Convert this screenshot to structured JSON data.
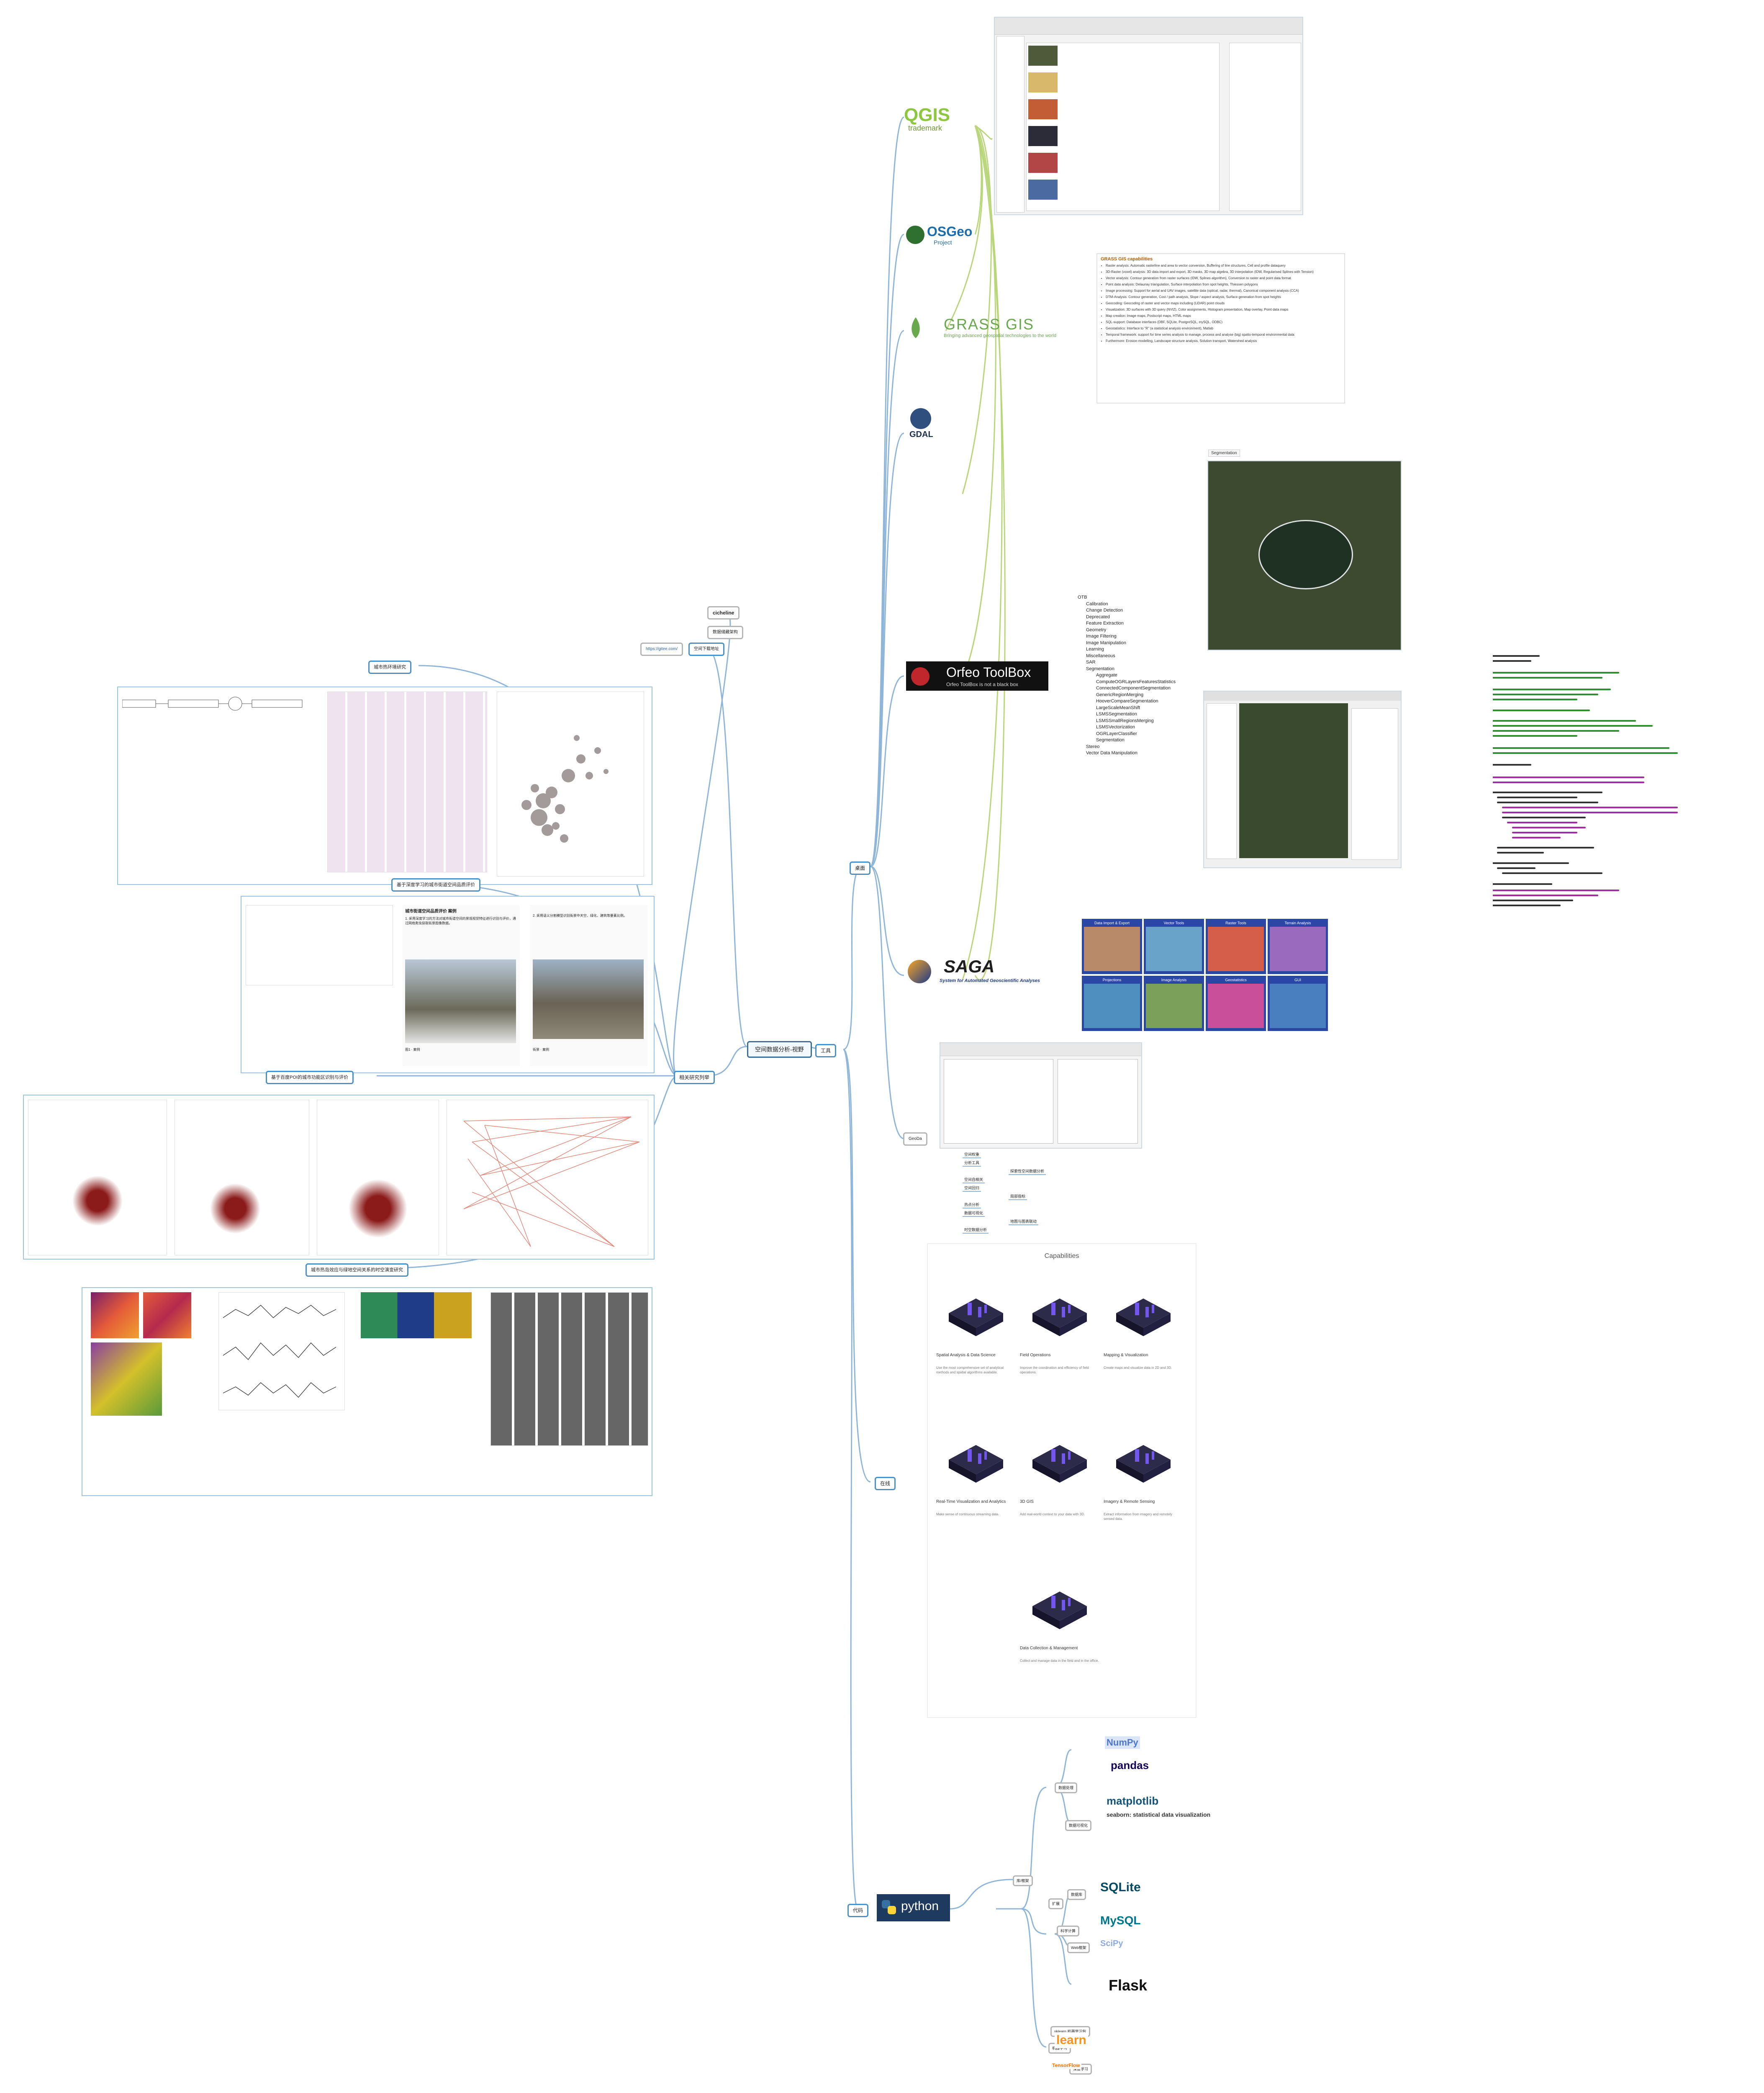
{
  "mindmap": {
    "root": "空间数据分析-视野",
    "tools_node": "工具",
    "branches": {
      "desktop": "桌面",
      "online": "在线",
      "code": "代码"
    },
    "left": {
      "research_node": "相关研究列举",
      "top_node": "cicheline",
      "top_sub": "数据储藏架构",
      "sub_link_a": "https://gitee.com/",
      "sub_link_b": "空间下载地址"
    }
  },
  "papers": {
    "p1_title": "城市热环境研究",
    "p2_title": "基于深度学习的城市街道空间品质评价",
    "p3_title": "基于百度POI的城市功能区识别与评价",
    "p4_title": "城市热岛效应与绿地空间关系的时空演变研究",
    "p2_head": "城市街道空间品质评价 案例",
    "p2_body_a": "1. 采用深度学习的方法对城市街道空间的景观视觉特征进行识别与评价，通过网络爬虫获取街景图像数据。",
    "p2_body_b": "2. 采用语义分割模型识别街景中天空、绿化、建筑等要素比例。",
    "p2_fig_a": "图1 · 案例",
    "p2_fig_b": "街景 · 案例"
  },
  "tools": {
    "qgis": {
      "name": "QGIS",
      "sub": "trademark"
    },
    "osgeo": {
      "name": "OSGeo",
      "sub": "Project"
    },
    "grass": {
      "name": "GRASS GIS",
      "tagline": "Bringing advanced geospatial technologies to the world",
      "cap_title": "GRASS GIS capabilities",
      "caps": [
        "Raster analysis: Automatic rasterline and area to vector conversion, Buffering of line structures, Cell and profile dataquery",
        "3D-Raster (voxel) analysis: 3D data import and export, 3D masks, 3D map algebra, 3D interpolation (IDW, Regularised Splines with Tension)",
        "Vector analysis: Contour generation from raster surfaces (IDW, Splines algorithm), Conversion to raster and point data format",
        "Point data analysis: Delaunay triangulation, Surface interpolation from spot heights, Thiessen polygons",
        "Image processing: Support for aerial and UAV images, satellite data (optical, radar, thermal), Canonical component analysis (CCA)",
        "DTM-Analysis: Contour generation, Cost / path analysis, Slope / aspect analysis, Surface generation from spot heights",
        "Geocoding: Geocoding of raster and vector maps including (LiDAR) point clouds",
        "Visualization: 3D surfaces with 3D query (NVIZ), Color assignments, Histogram presentation, Map overlay, Point data maps",
        "Map creation: Image maps, Postscript maps, HTML maps",
        "SQL-support: Database interfaces (DBF, SQLite, PostgreSQL, mySQL, ODBC)",
        "Geostatistics: Interface to \"R\" (a statistical analysis environment), Matlab",
        "Temporal framework: support for time series analysis to manage, process and analyse (big) spatio-temporal environmental data",
        "Furthermore: Erosion modelling, Landscape structure analysis, Solution transport, Watershed analysis"
      ]
    },
    "gdal": {
      "name": "GDAL"
    },
    "otb": {
      "name": "Orfeo ToolBox",
      "tagline": "Orfeo ToolBox is not a black box",
      "tree": [
        "OTB",
        "Calibration",
        "Change Detection",
        "Deprecated",
        "Feature Extraction",
        "Geometry",
        "Image Filtering",
        "Image Manipulation",
        "Learning",
        "Miscellaneous",
        "SAR",
        "Segmentation",
        "Aggregate",
        "ComputeOGRLayersFeaturesStatistics",
        "ConnectedComponentSegmentation",
        "GenericRegionMerging",
        "HooverCompareSegmentation",
        "LargeScaleMeanShift",
        "LSMSSegmentation",
        "LSMSSmallRegionsMerging",
        "LSMSVectorization",
        "OGRLayerClassifier",
        "Segmentation",
        "Stereo",
        "Vector Data Manipulation"
      ],
      "seg_label": "Segmentation"
    },
    "saga": {
      "name": "SAGA",
      "tagline": "System for Automated Geoscientific Analyses",
      "tiles": [
        "Data Import & Export",
        "Vector Tools",
        "Raster Tools",
        "Terrain Analysis",
        "Projections",
        "Image Analysis",
        "Geostatistics",
        "GUI"
      ]
    },
    "geoda": {
      "name": "GeoDa",
      "menu": [
        "空间权重",
        "分析工具",
        "探索性空间数据分析",
        "空间自相关",
        "空间回归",
        "局部指标",
        "热点分析",
        "数据可视化",
        "地图与图表联动",
        "时空数据分析"
      ]
    },
    "online": {
      "cap_title": "Capabilities",
      "items": [
        {
          "title": "Spatial Analysis & Data Science",
          "body": "Use the most comprehensive set of analytical methods and spatial algorithms available."
        },
        {
          "title": "Field Operations",
          "body": "Improve the coordination and efficiency of field operations."
        },
        {
          "title": "Mapping & Visualization",
          "body": "Create maps and visualize data in 2D and 3D."
        },
        {
          "title": "Real-Time Visualization and Analytics",
          "body": "Make sense of continuous streaming data."
        },
        {
          "title": "3D GIS",
          "body": "Add real-world context to your data with 3D."
        },
        {
          "title": "Imagery & Remote Sensing",
          "body": "Extract information from imagery and remotely sensed data."
        },
        {
          "title": "Data Collection & Management",
          "body": "Collect and manage data in the field and in the office."
        }
      ]
    },
    "python": {
      "name": "python",
      "libs": [
        "NumPy",
        "pandas",
        "matplotlib",
        "seaborn: statistical data visualization",
        "SQLite",
        "MySQL",
        "SciPy",
        "Flask",
        "learn",
        "TensorFlow"
      ],
      "nodes": [
        "库/框架",
        "数据处理",
        "数据可视化",
        "科学计算",
        "扩展",
        "数据库",
        "Web框架",
        "机器学习",
        "深度学习",
        "sklearn 机器学习包"
      ]
    }
  },
  "colors": {
    "line_green": "#b9d77a",
    "line_blue": "#8fb6d9",
    "qgis_green": "#8dc63f",
    "grass_green": "#6aa84f",
    "otb_red": "#c0272d",
    "saga_blue": "#1e3a8a",
    "python_blue": "#3670a0",
    "python_yellow": "#ffd43b"
  }
}
